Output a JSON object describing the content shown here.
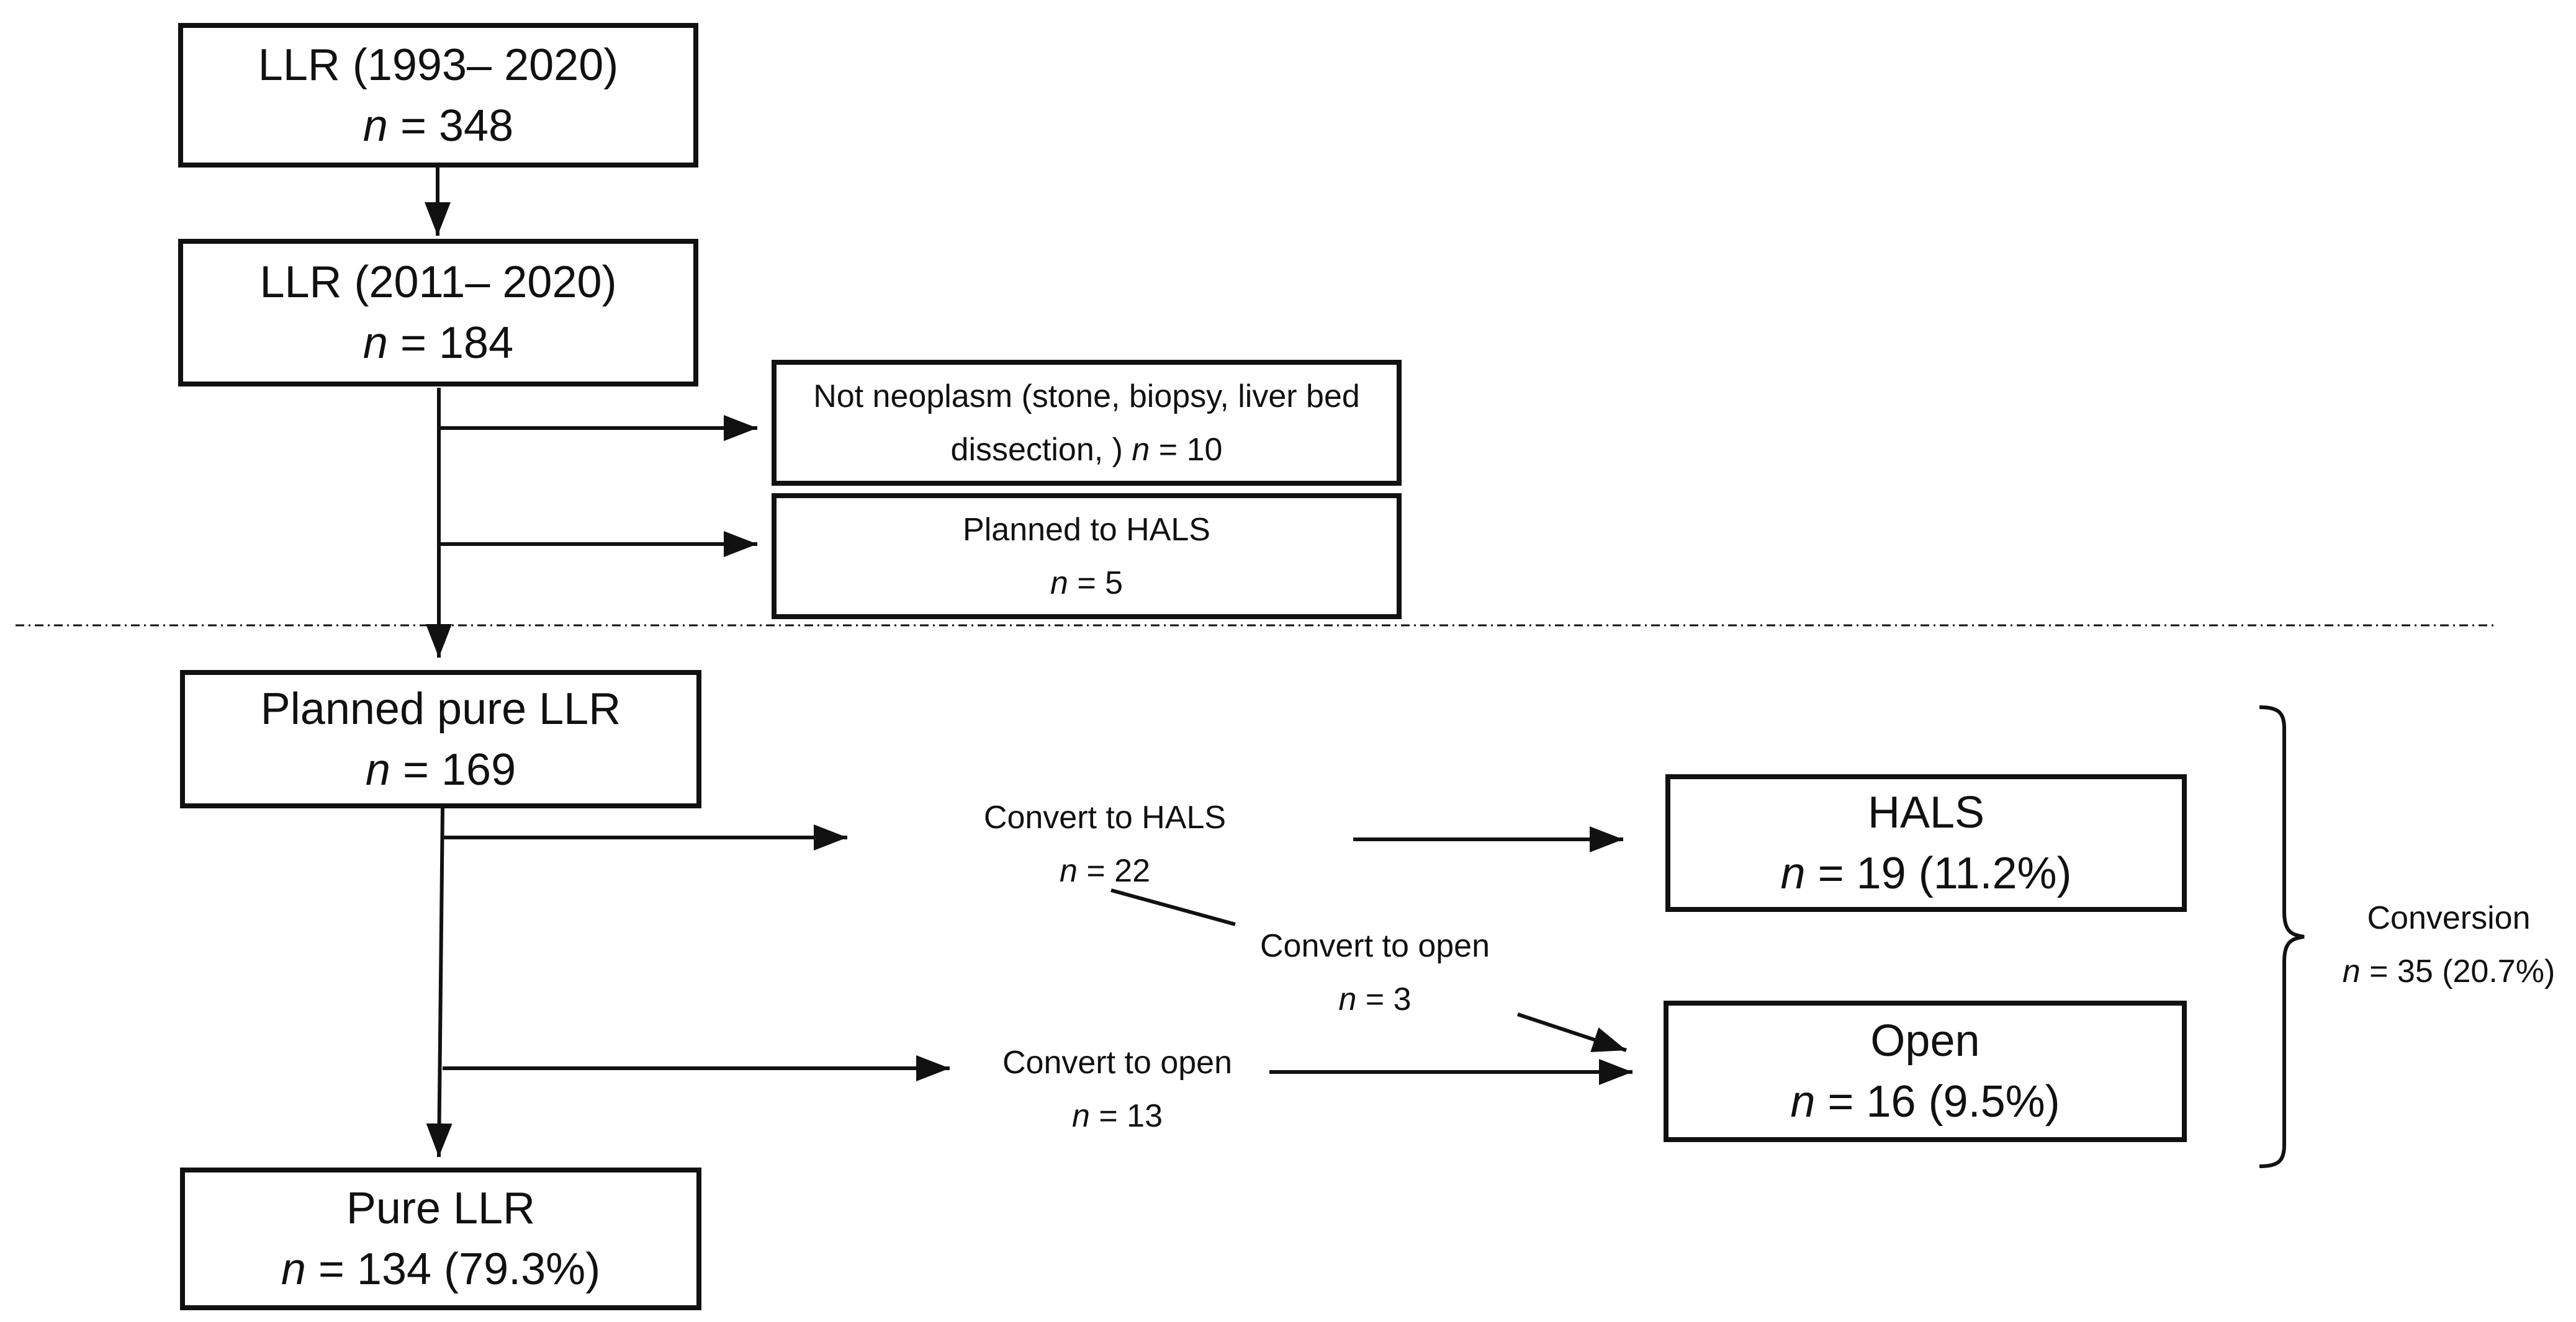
{
  "boxes": {
    "llr_all": {
      "line1": "LLR (1993– 2020)",
      "n_value": "= 348"
    },
    "llr_recent": {
      "line1": "LLR (2011– 2020)",
      "n_value": "= 184"
    },
    "not_neoplasm": {
      "line1": "Not neoplasm (stone, biopsy, liver bed",
      "line2_prefix": "dissection, ) ",
      "n_value": "= 10"
    },
    "planned_hals": {
      "line1": "Planned to HALS",
      "n_value": "= 5"
    },
    "planned_pure": {
      "line1": "Planned pure LLR",
      "n_value": "= 169"
    },
    "pure_llr": {
      "line1": "Pure LLR",
      "n_value": "= 134 (79.3%)"
    },
    "hals": {
      "line1": "HALS",
      "n_value": "= 19 (11.2%)"
    },
    "open": {
      "line1": "Open",
      "n_value": "= 16 (9.5%)"
    }
  },
  "labels": {
    "convert_hals": {
      "line1": "Convert to HALS",
      "n_value": "= 22"
    },
    "convert_open_3": {
      "line1": "Convert to open",
      "n_value": "= 3"
    },
    "convert_open_13": {
      "line1": "Convert to open",
      "n_value": "= 13"
    },
    "conversion": {
      "line1": "Conversion",
      "n_value": "= 35 (20.7%)"
    }
  },
  "n_symbol": "n",
  "colors": {
    "line": "#111111",
    "background": "#ffffff"
  }
}
